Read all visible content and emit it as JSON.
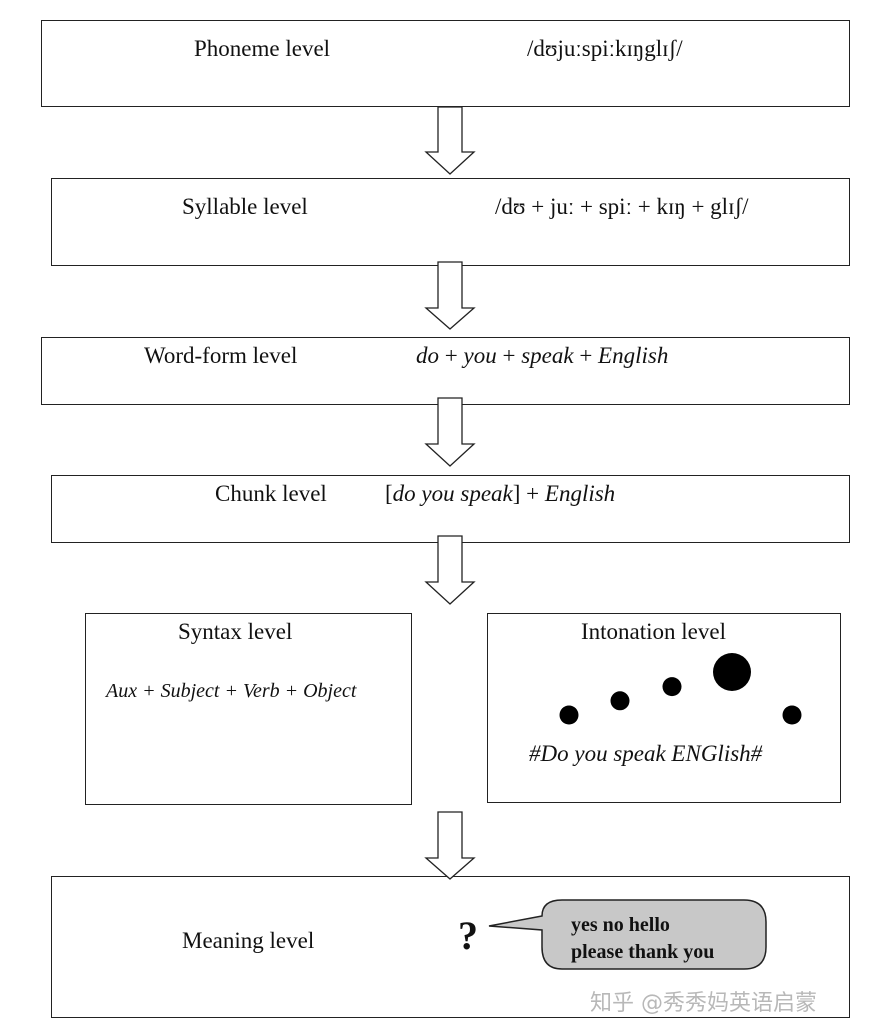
{
  "levels": {
    "phoneme": {
      "name": "Phoneme level",
      "content": "/dʊjuːspiːkɪŋglɪʃ/"
    },
    "syllable": {
      "name": "Syllable level",
      "content": "/dʊ + juː + spiː + kɪŋ + glɪʃ/"
    },
    "wordform": {
      "name": "Word-form level",
      "parts": [
        "do",
        " + ",
        "you",
        " + ",
        "speak",
        " + ",
        "English"
      ]
    },
    "chunk": {
      "name": "Chunk level",
      "open_bracket": "[",
      "chunk": "do you speak",
      "close_plus": "] + ",
      "rest": "English"
    },
    "syntax": {
      "name": "Syntax level",
      "content": "Aux + Subject + Verb + Object"
    },
    "intonation": {
      "name": "Intonation level",
      "content": "#Do you speak ENGlish#"
    },
    "meaning": {
      "name": "Meaning level",
      "question_mark": "?",
      "bubble_line1": "yes no hello",
      "bubble_line2": "please thank you"
    }
  },
  "intonation_dots": [
    {
      "word": "Do",
      "height": 0.0,
      "size": "small"
    },
    {
      "word": "you",
      "height": 0.33,
      "size": "small"
    },
    {
      "word": "speak",
      "height": 0.66,
      "size": "small"
    },
    {
      "word": "ENG",
      "height": 1.0,
      "size": "large"
    },
    {
      "word": "lish",
      "height": 0.0,
      "size": "small"
    }
  ],
  "watermark": "知乎 @秀秀妈英语启蒙",
  "colors": {
    "border": "#222222",
    "bubble_fill": "#c8c8c8",
    "dot": "#000000"
  }
}
